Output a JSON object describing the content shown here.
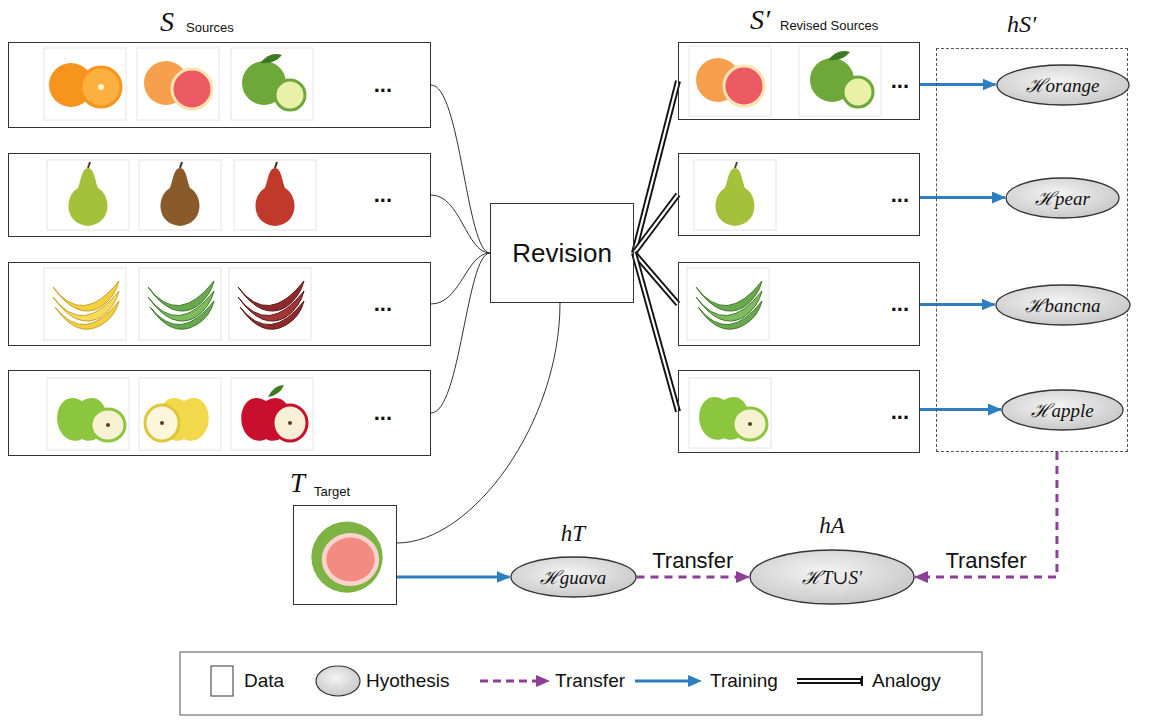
{
  "diagram": {
    "nodes": [
      {
        "text": [
          "..."
        ]
      },
      {
        "text": [
          "..."
        ]
      },
      {
        "text": [
          "..."
        ]
      },
      {
        "text": [
          "..."
        ]
      },
      {
        "text": [
          "Revision"
        ]
      },
      {
        "text": [
          "..."
        ]
      },
      {
        "text": [
          "..."
        ]
      },
      {
        "text": [
          "..."
        ]
      },
      {
        "text": [
          "..."
        ]
      },
      {
        "text": [
          "hS′"
        ]
      },
      {
        "text": [
          "ℋorange"
        ],
        "in": 9
      },
      {
        "text": [
          "ℋpear"
        ],
        "in": 9
      },
      {
        "text": [
          "ℋbancna"
        ],
        "in": 9
      },
      {
        "text": [
          "ℋapple"
        ],
        "in": 9
      },
      {
        "text": [
          "T",
          "Target"
        ]
      },
      {
        "text": [
          "hT",
          "ℋguava"
        ]
      },
      {
        "text": [
          "hA",
          "ℋT∪S′"
        ]
      }
    ],
    "edges": [
      {
        "from": 0,
        "to": 4,
        "arrow": "none"
      },
      {
        "from": 1,
        "to": 4,
        "arrow": "none"
      },
      {
        "from": 2,
        "to": 4,
        "arrow": "none"
      },
      {
        "from": 3,
        "to": 4,
        "arrow": "none"
      },
      {
        "from": 14,
        "to": 4,
        "arrow": "none"
      },
      {
        "from": 4,
        "to": 5,
        "arrow": "none"
      },
      {
        "from": 4,
        "to": 6,
        "arrow": "none"
      },
      {
        "from": 4,
        "to": 7,
        "arrow": "none"
      },
      {
        "from": 4,
        "to": 8,
        "arrow": "none"
      },
      {
        "from": 5,
        "to": 10,
        "arrow": "to"
      },
      {
        "from": 6,
        "to": 11,
        "arrow": "to"
      },
      {
        "from": 7,
        "to": 12,
        "arrow": "to"
      },
      {
        "from": 8,
        "to": 13,
        "arrow": "to"
      },
      {
        "from": 14,
        "to": 15,
        "arrow": "to"
      },
      {
        "from": 15,
        "to": 16,
        "label": "Transfer",
        "arrow": "to"
      },
      {
        "from": 9,
        "to": 16,
        "label": "Transfer",
        "arrow": "to"
      }
    ],
    "labels": [
      "S",
      "Sources",
      "S′",
      "Revised Sources"
    ],
    "legend": [
      {
        "text": "Data"
      },
      {
        "text": "Hyothesis"
      },
      {
        "text": "Transfer"
      },
      {
        "text": "Training"
      },
      {
        "text": "Analogy"
      }
    ]
  }
}
